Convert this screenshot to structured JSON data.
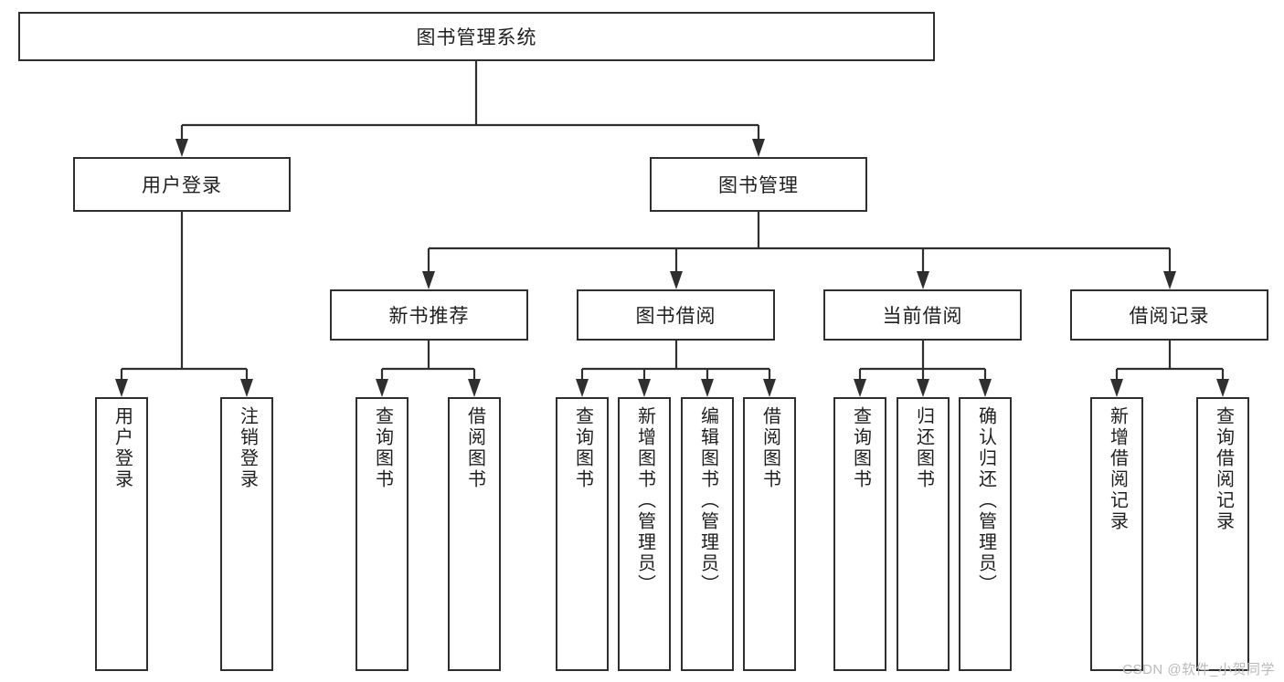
{
  "diagram": {
    "type": "tree",
    "title": "图书管理系统",
    "root": {
      "label": "图书管理系统"
    },
    "level2": [
      {
        "label": "用户登录"
      },
      {
        "label": "图书管理"
      }
    ],
    "level3": [
      {
        "label": "新书推荐"
      },
      {
        "label": "图书借阅"
      },
      {
        "label": "当前借阅"
      },
      {
        "label": "借阅记录"
      }
    ],
    "leaves": {
      "user_login": [
        {
          "label": "用户登录"
        },
        {
          "label": "注销登录"
        }
      ],
      "new_book_recommend": [
        {
          "label": "查询图书"
        },
        {
          "label": "借阅图书"
        }
      ],
      "book_borrow": [
        {
          "label": "查询图书"
        },
        {
          "label": "新增图书（管理员）"
        },
        {
          "label": "编辑图书（管理员）"
        },
        {
          "label": "借阅图书"
        }
      ],
      "current_borrow": [
        {
          "label": "查询图书"
        },
        {
          "label": "归还图书"
        },
        {
          "label": "确认归还（管理员）"
        }
      ],
      "borrow_record": [
        {
          "label": "新增借阅记录"
        },
        {
          "label": "查询借阅记录"
        }
      ]
    }
  },
  "watermark": {
    "text": "CSDN @软件_小贺同学"
  },
  "colors": {
    "box_border": "#2f2f2f",
    "box_fill": "#ffffff",
    "text": "#1f1f1f",
    "watermark": "#b9b9b9",
    "background": "#ffffff"
  }
}
